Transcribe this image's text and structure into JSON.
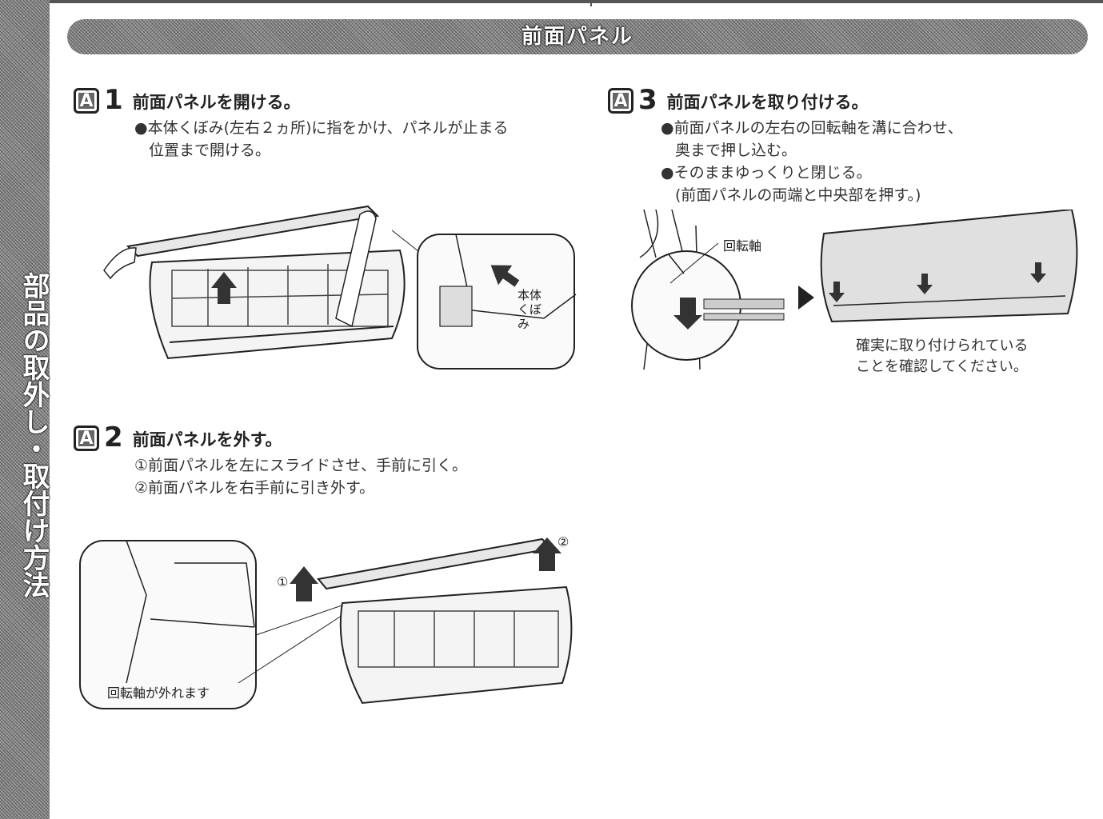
{
  "sidebar": {
    "text": "部品の取外し・取付け方法"
  },
  "section": {
    "title": "前面パネル"
  },
  "steps": [
    {
      "badge": "A",
      "number": "1",
      "title": "前面パネルを開ける。",
      "lines": [
        "●本体くぼみ(左右２ヵ所)に指をかけ、パネルが止まる",
        "位置まで開ける。"
      ],
      "callout": "本体くぼみ"
    },
    {
      "badge": "A",
      "number": "2",
      "title": "前面パネルを外す。",
      "lines": [
        "①前面パネルを左にスライドさせ、手前に引く。",
        "②前面パネルを右手前に引き外す。"
      ],
      "callout": "回転軸が外れます",
      "marker1": "①",
      "marker2": "②"
    },
    {
      "badge": "A",
      "number": "3",
      "title": "前面パネルを取り付ける。",
      "lines": [
        "●前面パネルの左右の回転軸を溝に合わせ、",
        "奥まで押し込む。",
        "●そのままゆっくりと閉じる。",
        "(前面パネルの両端と中央部を押す。)"
      ],
      "callout": "回転軸",
      "note_lines": [
        "確実に取り付けられている",
        "ことを確認してください。"
      ]
    }
  ]
}
